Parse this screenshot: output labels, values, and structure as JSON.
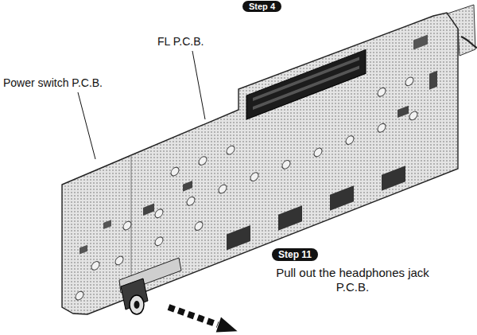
{
  "diagram": {
    "nodes": [
      {
        "text": [
          "Step 4"
        ]
      },
      {
        "text": [
          "Step 11"
        ]
      }
    ],
    "labels": [
      "FL P.C.B.",
      "Power switch P.C.B.",
      "Pull out the headphones jack P.C.B."
    ]
  }
}
